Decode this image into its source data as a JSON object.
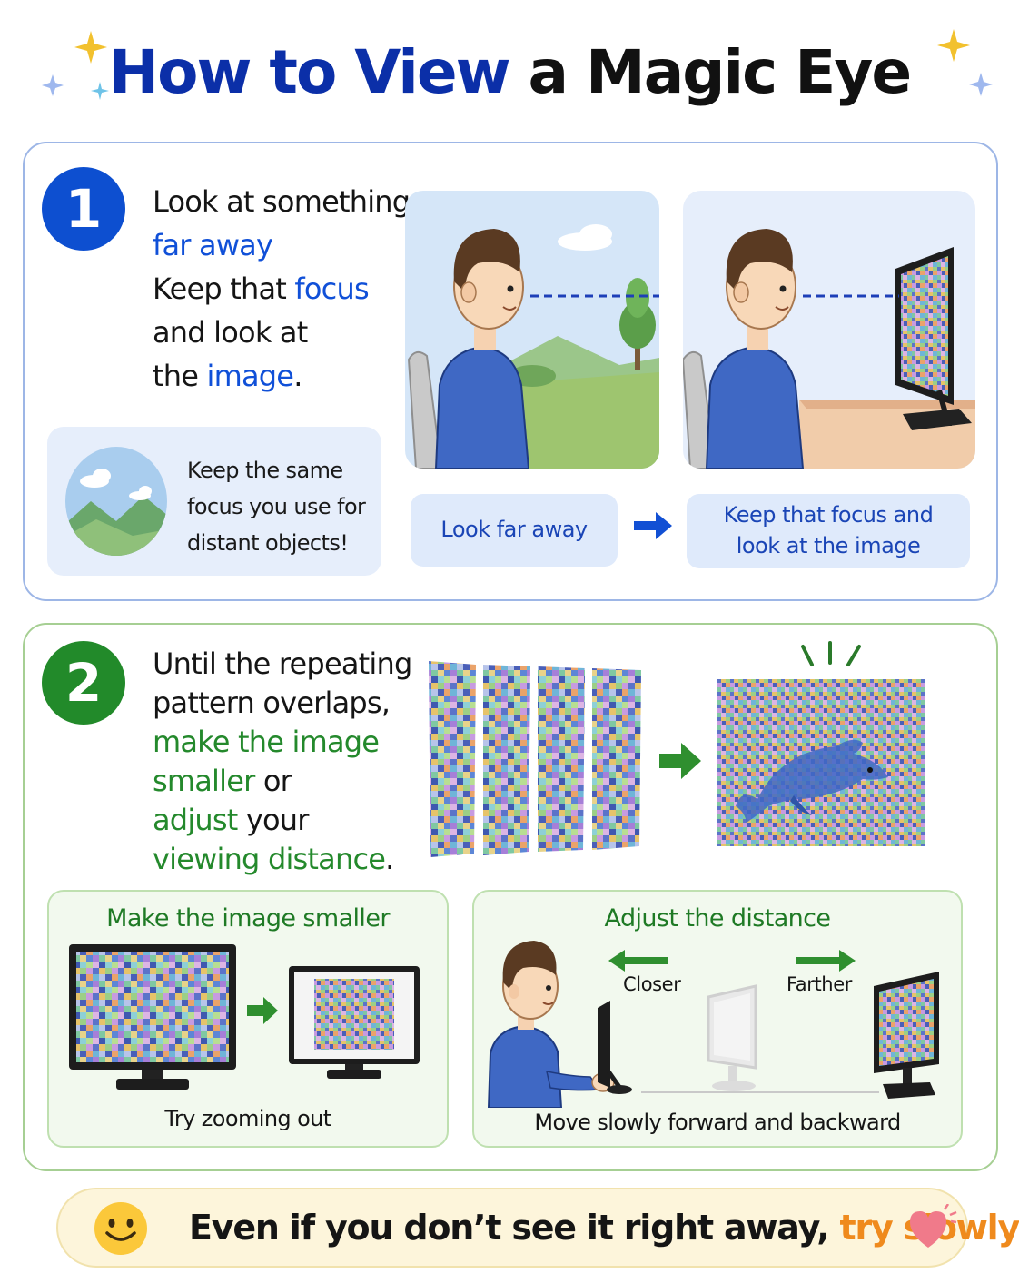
{
  "title": {
    "part1": "How to View",
    "part2": "a Magic Eye"
  },
  "step1": {
    "number": "1",
    "lines": [
      {
        "plain": "Look at something",
        "highlight": ""
      },
      {
        "plain": "",
        "highlight": "far away"
      },
      {
        "plain": "Keep that ",
        "highlight": "focus"
      },
      {
        "plain": "and look at",
        "highlight": ""
      },
      {
        "plain": "the ",
        "highlight": "image",
        "tail": "."
      }
    ],
    "tip": [
      "Keep the same",
      "focus you use for",
      "distant objects!"
    ],
    "pill_left": "Look far away",
    "pill_right": [
      "Keep that focus and",
      "look at the image"
    ]
  },
  "step2": {
    "number": "2",
    "lines": [
      {
        "plain": "Until the repeating",
        "highlight": ""
      },
      {
        "plain": "pattern overlaps,",
        "highlight": ""
      },
      {
        "plain": "",
        "highlight": "make the image"
      },
      {
        "plain": "",
        "highlight": "smaller",
        "tail": " or"
      },
      {
        "plain": "",
        "highlight": "adjust",
        "tail": " your"
      },
      {
        "plain": "",
        "highlight": "viewing distance",
        "tail": "."
      }
    ],
    "left_box": {
      "title": "Make the image smaller",
      "caption": "Try zooming out"
    },
    "right_box": {
      "title": "Adjust the distance",
      "closer": "Closer",
      "farther": "Farther",
      "caption": "Move slowly forward and backward"
    }
  },
  "footer": {
    "text": "Even if you don’t see it right away, ",
    "highlight": "try slowly."
  },
  "colors": {
    "blue": "#0d4fd0",
    "green": "#228a2a",
    "orange": "#ef8a1d"
  },
  "icons": [
    "sparkle-icon",
    "smiley-icon",
    "heart-icon",
    "arrow-right-icon"
  ]
}
